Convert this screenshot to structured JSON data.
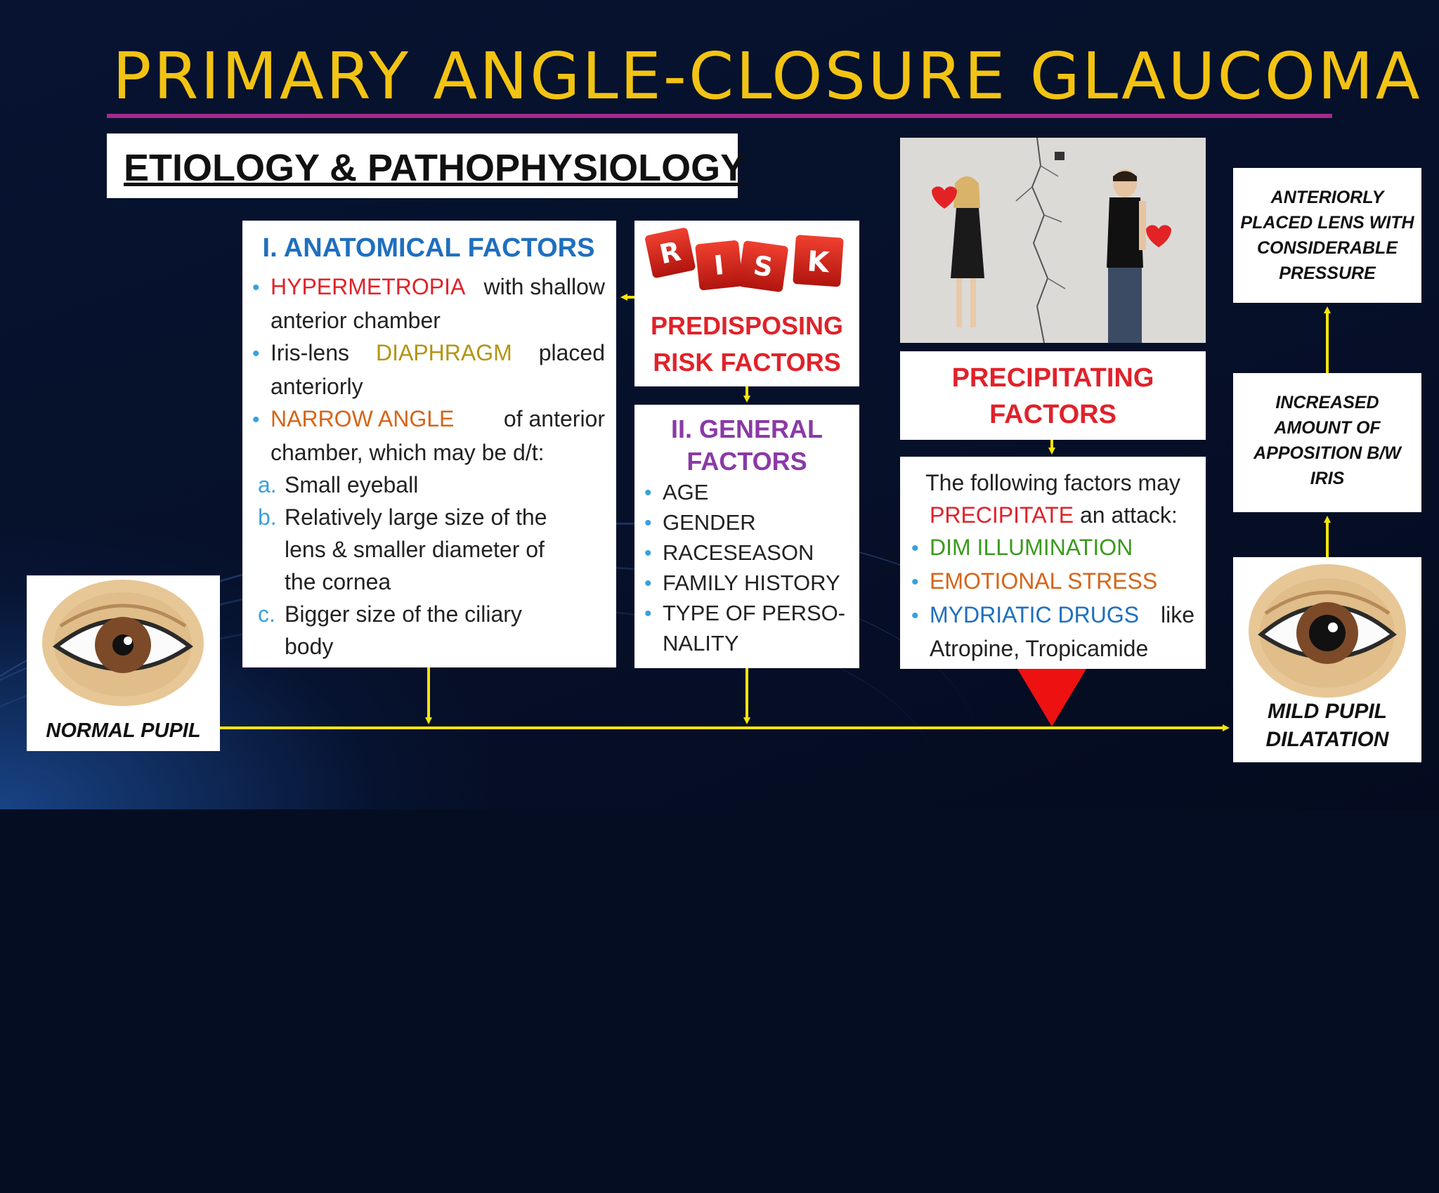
{
  "title": "PRIMARY ANGLE-CLOSURE GLAUCOMA",
  "subtitle": "ETIOLOGY & PATHOPHYSIOLOGY",
  "anatomical": {
    "heading": "I. ANATOMICAL FACTORS",
    "bullet1_highlight": "HYPERMETROPIA",
    "bullet1_rest": "with shallow",
    "bullet1_cont": "anterior chamber",
    "bullet2_a": "Iris-lens",
    "bullet2_highlight": "DIAPHRAGM",
    "bullet2_b": "placed",
    "bullet2_cont": "anteriorly",
    "bullet3_highlight": "NARROW ANGLE",
    "bullet3_rest": "of anterior",
    "bullet3_cont": "chamber, which may be d/t:",
    "items": [
      {
        "marker": "a.",
        "lines": [
          "Small eyeball"
        ]
      },
      {
        "marker": "b.",
        "lines": [
          "Relatively large size of the",
          "lens & smaller diameter of",
          "the cornea"
        ]
      },
      {
        "marker": "c.",
        "lines": [
          "Bigger size of the ciliary",
          "body"
        ]
      }
    ]
  },
  "risk": {
    "cube_letters": [
      "R",
      "I",
      "S",
      "K"
    ],
    "label_line1": "PREDISPOSING",
    "label_line2": "RISK FACTORS"
  },
  "general": {
    "heading_line1": "II. GENERAL",
    "heading_line2": "FACTORS",
    "items": [
      "AGE",
      "GENDER",
      "RACESEASON",
      "FAMILY HISTORY",
      "TYPE OF PERSO-",
      "NALITY"
    ]
  },
  "precipitating": {
    "label_line1": "PRECIPITATING",
    "label_line2": "FACTORS",
    "intro1": "The following factors may",
    "intro2_highlight": "PRECIPITATE",
    "intro2_rest": "an attack:",
    "item1": "DIM ILLUMINATION",
    "item2": "EMOTIONAL STRESS",
    "item3_highlight": "MYDRIATIC DRUGS",
    "item3_rest": "like",
    "item3_cont": "Atropine, Tropicamide"
  },
  "right_chain": {
    "box1": [
      "ANTERIORLY",
      "PLACED LENS WITH",
      "CONSIDERABLE",
      "PRESSURE"
    ],
    "box2": [
      "INCREASED",
      "AMOUNT OF",
      "APPOSITION B/W",
      "IRIS"
    ],
    "box3": [
      "MILD PUPIL",
      "DILATATION"
    ]
  },
  "normal_pupil": "NORMAL PUPIL",
  "colors": {
    "title": "#f2c313",
    "rule": "#a52a8c",
    "arrow": "#f5e60a",
    "red": "#e0222a",
    "blue": "#1f6fbf",
    "purple": "#8a3aa6",
    "olive": "#b39414",
    "orange": "#d66518",
    "green": "#3b9a1e"
  }
}
